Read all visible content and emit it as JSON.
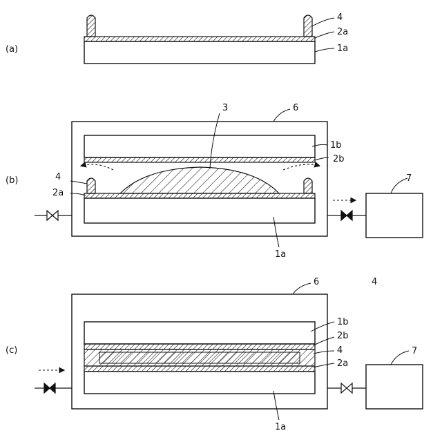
{
  "panels": {
    "a": {
      "panel_label": "(a)",
      "labels": {
        "spacer": "4",
        "film_lower": "2a",
        "substrate_lower": "1a"
      }
    },
    "b": {
      "panel_label": "(b)",
      "labels": {
        "resin": "3",
        "chamber": "6",
        "substrate_upper": "1b",
        "film_upper": "2b",
        "spacer": "4",
        "film_lower": "2a",
        "substrate_lower": "1a",
        "pump": "7"
      }
    },
    "c": {
      "panel_label": "(c)",
      "labels": {
        "chamber": "6",
        "extra": "4",
        "substrate_upper": "1b",
        "film_upper": "2b",
        "spacer": "4",
        "film_lower": "2a",
        "pump": "7",
        "substrate_lower": "1a"
      }
    }
  }
}
